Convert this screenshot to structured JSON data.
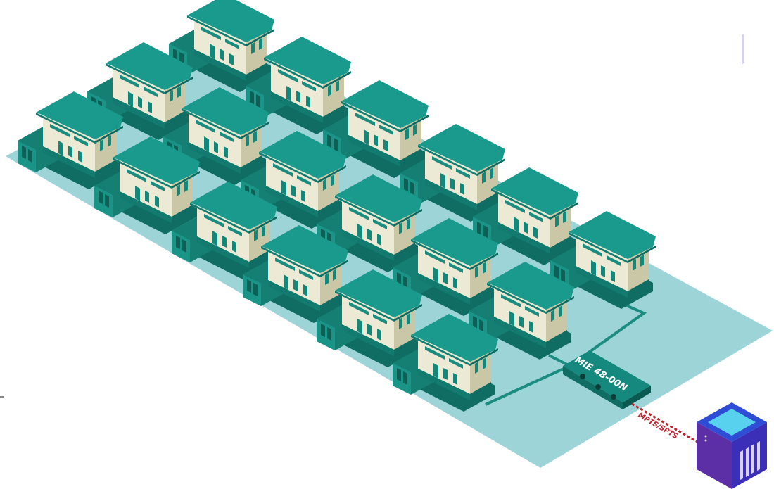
{
  "device": {
    "label": "MIE 48-00N"
  },
  "link": {
    "label": "MPTS/SPTS"
  },
  "houses": [
    {
      "id": "row1-1"
    },
    {
      "id": "row1-2"
    },
    {
      "id": "row1-3"
    },
    {
      "id": "row1-4"
    },
    {
      "id": "row1-5"
    },
    {
      "id": "row1-6"
    },
    {
      "id": "row1-7"
    },
    {
      "id": "row2-1"
    },
    {
      "id": "row2-2"
    },
    {
      "id": "row2-3"
    },
    {
      "id": "row2-4"
    },
    {
      "id": "row2-5"
    },
    {
      "id": "row2-6"
    },
    {
      "id": "row2-7"
    },
    {
      "id": "row3-1"
    },
    {
      "id": "row3-2"
    },
    {
      "id": "row3-3"
    },
    {
      "id": "row3-4"
    },
    {
      "id": "row3-5"
    },
    {
      "id": "row3-6"
    }
  ],
  "colors": {
    "ground": "#9dd4d8",
    "roof": "#199a8c",
    "roof_edge": "#0f7d71",
    "wall_light": "#ecead4",
    "wall_dark": "#c9c7a6",
    "garage": "#157f74",
    "base": "#0f6d63",
    "cable": "#1a8c80",
    "device": "#15897d",
    "link": "#c0202c",
    "server_top": "#2f4cd6",
    "server_side": "#5c2fa6"
  }
}
